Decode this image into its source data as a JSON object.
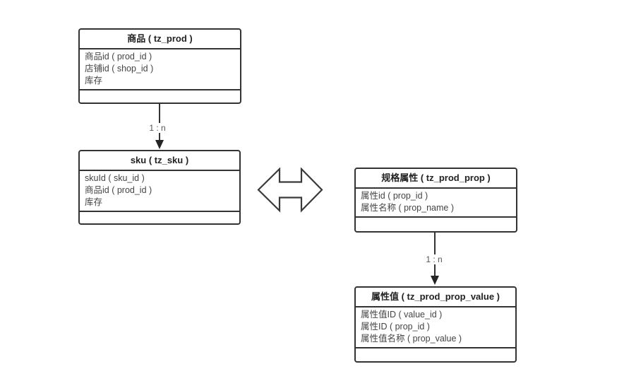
{
  "diagram": {
    "background_color": "#ffffff",
    "stroke_color": "#333333",
    "entities": [
      {
        "id": "tz_prod",
        "title": "商品 ( tz_prod )",
        "fields": [
          "商品id ( prod_id )",
          "店铺id ( shop_id )",
          "库存"
        ]
      },
      {
        "id": "tz_sku",
        "title": "sku ( tz_sku )",
        "fields": [
          "skuId ( sku_id )",
          "商品id ( prod_id )",
          "库存"
        ]
      },
      {
        "id": "tz_prod_prop",
        "title": "规格属性 ( tz_prod_prop )",
        "fields": [
          "属性id ( prop_id )",
          "属性名称 ( prop_name )"
        ]
      },
      {
        "id": "tz_prod_prop_value",
        "title": "属性值 ( tz_prod_prop_value )",
        "fields": [
          "属性值ID ( value_id )",
          "属性ID ( prop_id )",
          "属性值名称 ( prop_value )"
        ]
      }
    ],
    "connectors": [
      {
        "from_entity": 0,
        "to_entity": 1,
        "label": "1 : n",
        "arrow": "down"
      },
      {
        "from_entity": 2,
        "to_entity": 3,
        "label": "1 : n",
        "arrow": "down"
      }
    ],
    "relation_arrow": {
      "between_entities": [
        1,
        2
      ],
      "shape": "double-headed-horizontal-arrow"
    }
  }
}
